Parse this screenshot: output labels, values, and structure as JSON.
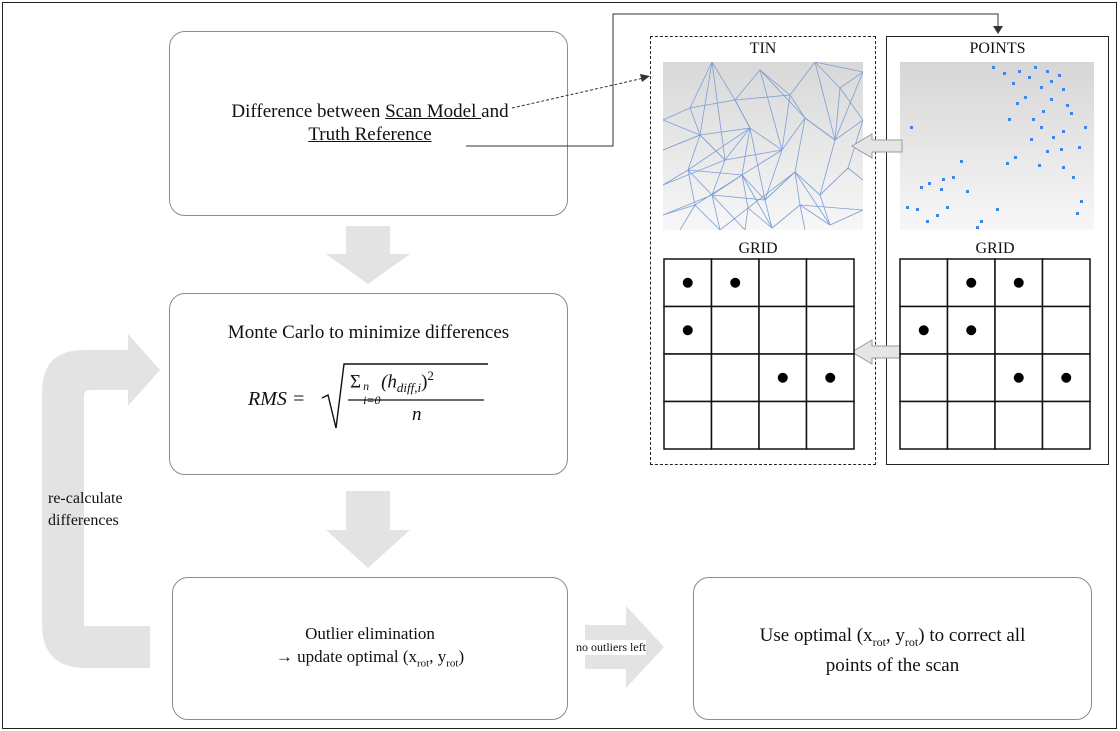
{
  "steps": {
    "difference": {
      "line1": "Difference between",
      "scan_model": "Scan Model ",
      "and": "and",
      "truth_reference": "Truth Reference"
    },
    "monte_carlo": {
      "title": "Monte Carlo to minimize differences",
      "rms": "RMS =",
      "numerator": "Σ",
      "sum_sup": "n",
      "sum_sub": "i=0",
      "inner": "(h",
      "inner_sub": "diff,i",
      "inner_close": ")",
      "power": "2",
      "denominator": "n"
    },
    "outlier": {
      "line1": "Outlier elimination",
      "line2_prefix": "→ update optimal (x",
      "sub_rot": "rot",
      "comma": ", y",
      "close": ")"
    },
    "correct": {
      "line1_prefix": "Use optimal (x",
      "sub_rot": "rot",
      "comma": ", y",
      "line1_suffix": ") to correct all",
      "line2": "points of the scan"
    }
  },
  "loop_label": {
    "line1": "re-calculate",
    "line2": "differences"
  },
  "no_outliers_label": "no outliers left",
  "panels": {
    "tin": {
      "title": "TIN",
      "grid_title": "GRID"
    },
    "points": {
      "title": "POINTS",
      "grid_title": "GRID"
    }
  },
  "tin_grid_dots": [
    [
      0,
      0
    ],
    [
      0,
      1
    ],
    [
      1,
      0
    ],
    [
      2,
      2
    ],
    [
      2,
      3
    ]
  ],
  "points_grid_dots": [
    [
      0,
      1
    ],
    [
      0,
      2
    ],
    [
      1,
      0
    ],
    [
      1,
      1
    ],
    [
      2,
      2
    ],
    [
      2,
      3
    ]
  ],
  "colors": {
    "box_border": "#8c8c8c",
    "arrow_fill": "#e3e3e3",
    "point_blue": "#3d86e6",
    "tin_line": "#7c9fd4"
  }
}
